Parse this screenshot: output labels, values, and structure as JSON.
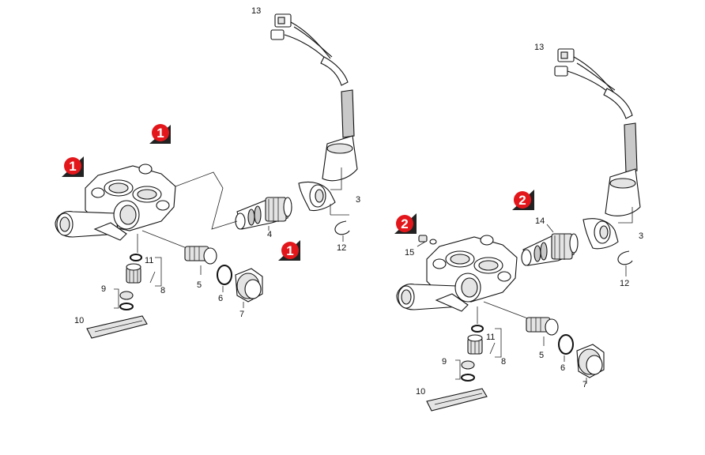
{
  "diagram": {
    "badges": {
      "one": "1",
      "two": "2"
    },
    "left": {
      "labels": {
        "p13": "13",
        "p3": "3",
        "p4": "4",
        "p12": "12",
        "p11": "11",
        "p8": "8",
        "p9": "9",
        "p5": "5",
        "p6": "6",
        "p7": "7",
        "p10": "10"
      }
    },
    "right": {
      "labels": {
        "p13": "13",
        "p3": "3",
        "p14": "14",
        "p15": "15",
        "p12": "12",
        "p11": "11",
        "p8": "8",
        "p9": "9",
        "p5": "5",
        "p6": "6",
        "p7": "7",
        "p10": "10"
      }
    },
    "colors": {
      "badge_red": "#e3171b",
      "badge_dark": "#222222",
      "line": "#111111"
    }
  }
}
